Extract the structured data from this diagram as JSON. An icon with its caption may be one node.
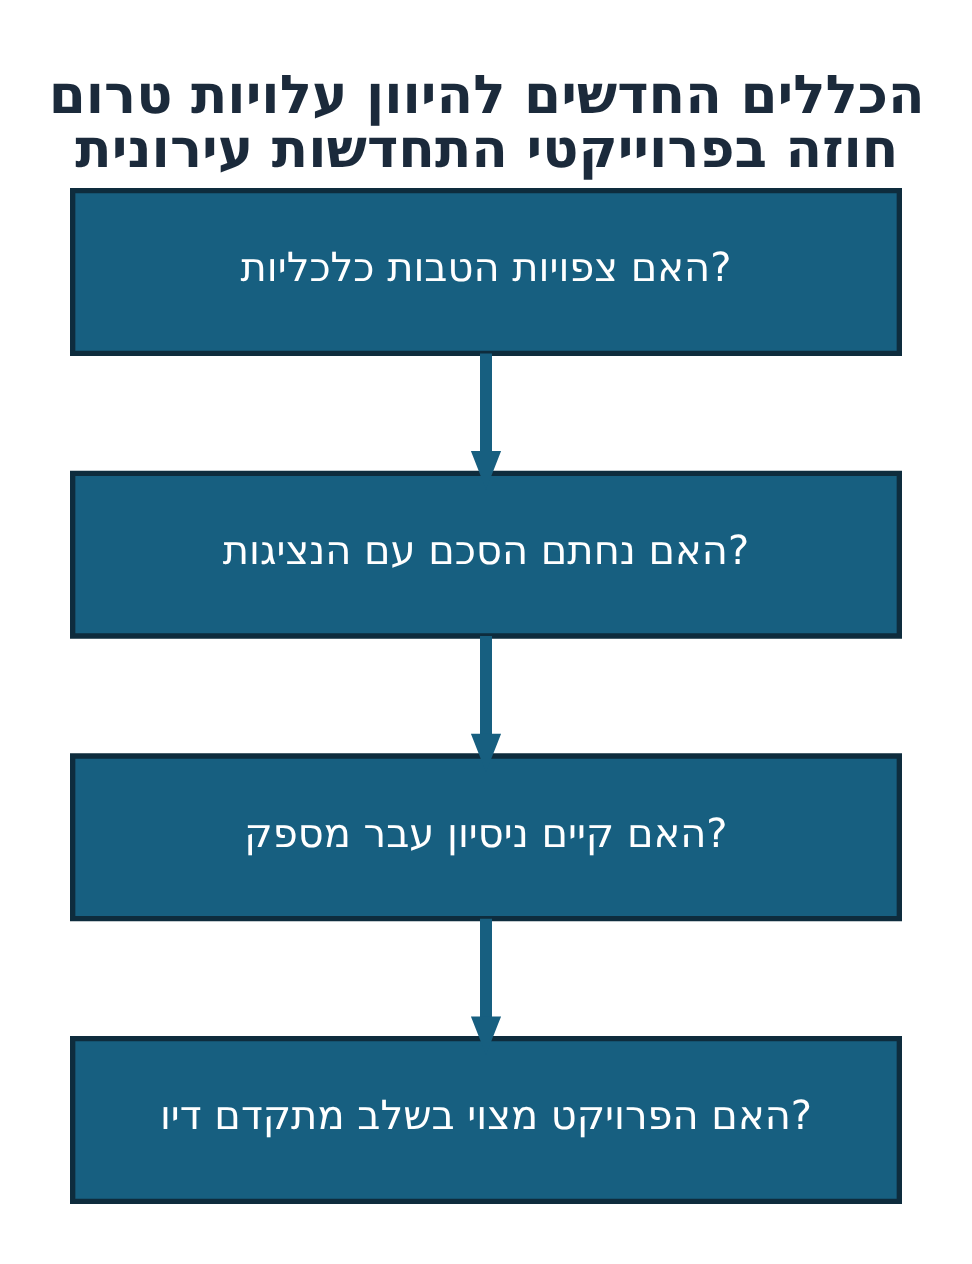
{
  "diagram": {
    "title": "הכללים החדשים להיוון עלויות טרום חוזה בפרוייקטי התחדשות עירונית",
    "nodes": [
      {
        "text": [
          "האם צפויות הטבות כלכליות?"
        ]
      },
      {
        "text": [
          "האם נחתם הסכם עם הנציגות?"
        ]
      },
      {
        "text": [
          "האם קיים ניסיון עבר מספק?"
        ]
      },
      {
        "text": [
          "האם הפרויקט מצוי בשלב מתקדם דיו?"
        ]
      }
    ],
    "edges": [
      {
        "from": 0,
        "to": 1,
        "arrow": "to"
      },
      {
        "from": 1,
        "to": 2,
        "arrow": "to"
      },
      {
        "from": 2,
        "to": 3,
        "arrow": "to"
      }
    ]
  }
}
